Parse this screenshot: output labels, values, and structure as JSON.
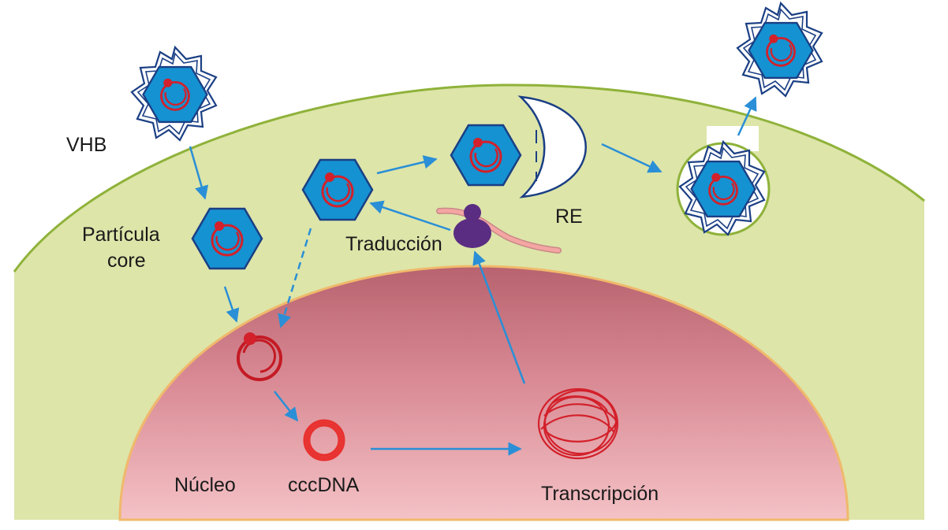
{
  "labels": {
    "virus": "VHB",
    "core_line1": "Partícula",
    "core_line2": "core",
    "translation": "Traducción",
    "er": "RE",
    "nucleus": "Núcleo",
    "cccdna": "cccDNA",
    "transcription": "Transcripción"
  },
  "colors": {
    "cytoplasm": "#dde5a9",
    "cell_membrane": "#8fb23a",
    "nucleus_top": "#b8636f",
    "nucleus_bottom": "#f3bcc0",
    "nuclear_membrane": "#f0b96b",
    "capsid_fill": "#1592d1",
    "capsid_stroke": "#1b3f84",
    "dna": "#d3202a",
    "arrow": "#2a8fd6",
    "ribosome": "#5b2d82",
    "mrna": "#f4a6a3"
  }
}
